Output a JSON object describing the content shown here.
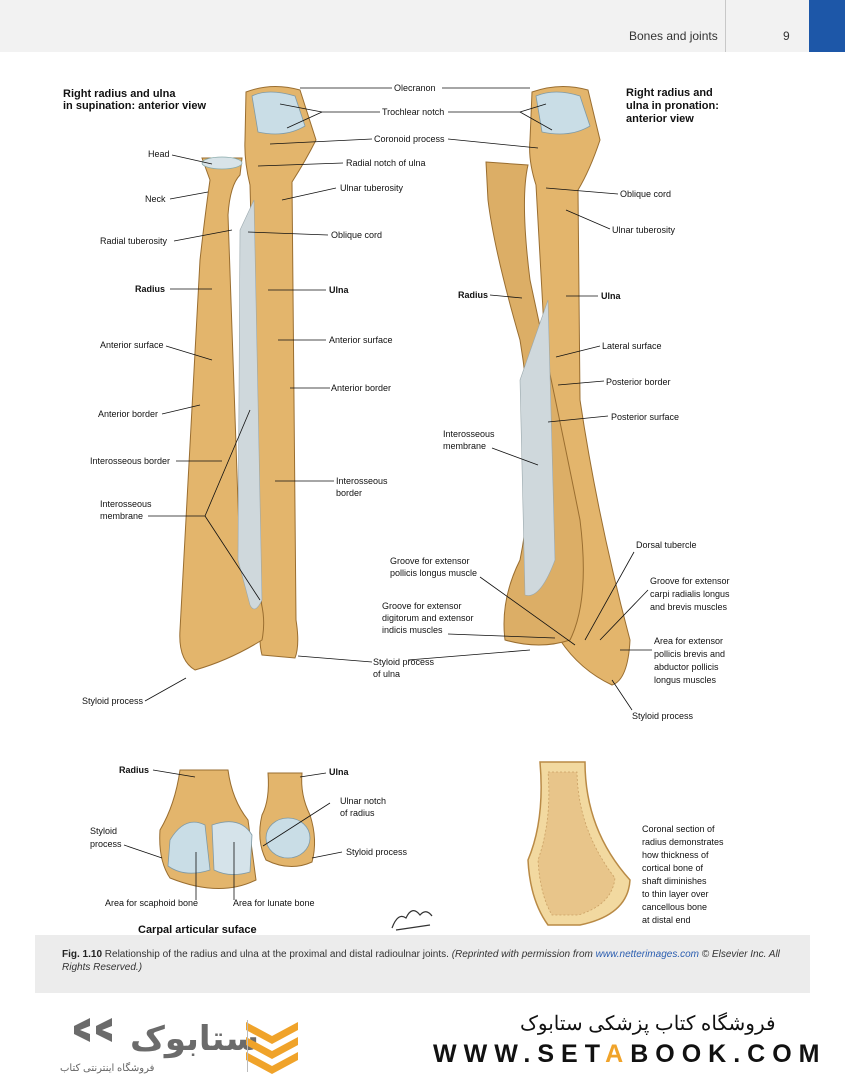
{
  "header": {
    "title": "Bones and joints",
    "page_number": "9",
    "accent_color": "#1d57a8"
  },
  "figure": {
    "supination_title_1": "Right radius and ulna",
    "supination_title_2": "in supination: anterior view",
    "pronation_title_1": "Right radius and",
    "pronation_title_2": "ulna in pronation:",
    "pronation_title_3": "anterior view",
    "labels": {
      "olecranon": "Olecranon",
      "trochlear_notch": "Trochlear notch",
      "coronoid_process": "Coronoid process",
      "radial_notch": "Radial notch of ulna",
      "ulnar_tuberosity": "Ulnar tuberosity",
      "oblique_cord": "Oblique cord",
      "head": "Head",
      "neck": "Neck",
      "radial_tuberosity": "Radial tuberosity",
      "radius": "Radius",
      "ulna": "Ulna",
      "anterior_surface": "Anterior surface",
      "anterior_border": "Anterior border",
      "interosseous_border": "Interosseous border",
      "interosseous_membrane_1": "Interosseous",
      "interosseous_membrane_2": "membrane",
      "interosseous_border_r_1": "Interosseous",
      "interosseous_border_r_2": "border",
      "styloid_process": "Styloid process",
      "styloid_ulna_1": "Styloid process",
      "styloid_ulna_2": "of ulna",
      "oblique_cord_p": "Oblique cord",
      "ulnar_tuberosity_p": "Ulnar tuberosity",
      "radius_p": "Radius",
      "ulna_p": "Ulna",
      "lateral_surface": "Lateral surface",
      "posterior_border": "Posterior border",
      "posterior_surface": "Posterior surface",
      "interosseous_membrane_p_1": "Interosseous",
      "interosseous_membrane_p_2": "membrane",
      "dorsal_tubercle": "Dorsal tubercle",
      "groove_epl_1": "Groove for extensor",
      "groove_epl_2": "pollicis longus muscle",
      "groove_ecr_1": "Groove for extensor",
      "groove_ecr_2": "carpi radialis longus",
      "groove_ecr_3": "and brevis muscles",
      "groove_ed_1": "Groove for extensor",
      "groove_ed_2": "digitorum and extensor",
      "groove_ed_3": "indicis muscles",
      "area_epb_1": "Area for extensor",
      "area_epb_2": "pollicis brevis and",
      "area_epb_3": "abductor pollicis",
      "area_epb_4": "longus muscles",
      "styloid_process_p": "Styloid process",
      "radius_c": "Radius",
      "ulna_c": "Ulna",
      "ulnar_notch_1": "Ulnar notch",
      "ulnar_notch_2": "of radius",
      "styloid_c_1": "Styloid",
      "styloid_c_2": "process",
      "styloid_process_c": "Styloid process",
      "area_scaphoid": "Area for scaphoid bone",
      "area_lunate": "Area for lunate bone",
      "carpal_title": "Carpal articular suface",
      "coronal_1": "Coronal section of",
      "coronal_2": "radius demonstrates",
      "coronal_3": "how thickness of",
      "coronal_4": "cortical bone of",
      "coronal_5": "shaft diminishes",
      "coronal_6": "to thin layer over",
      "coronal_7": "cancellous bone",
      "coronal_8": "at distal end"
    },
    "colors": {
      "bone": "#e3b56c",
      "bone_dark": "#b98a45",
      "cartilage": "#c9dde6",
      "membrane": "#cfd8dc"
    }
  },
  "caption": {
    "fig_label": "Fig. 1.10",
    "text": "Relationship of the radius and ulna at the proximal and distal radioulnar joints.",
    "credit_prefix": "(Reprinted with permission from ",
    "credit_link": "www.netterimages.com",
    "credit_suffix": " © Elsevier Inc. All Rights Reserved.)"
  },
  "footer": {
    "store_name": "فروشگاه کتاب پزشکی ستابوک",
    "site_prefix": "WWW.",
    "site_brand_1": "SET",
    "site_brand_a": "A",
    "site_brand_2": "BOOK",
    "site_suffix": ".COM",
    "logo_text": "ستابوک",
    "logo_subtitle": "فروشگاه اینترنتی کتاب",
    "orange": "#f0a32a"
  }
}
